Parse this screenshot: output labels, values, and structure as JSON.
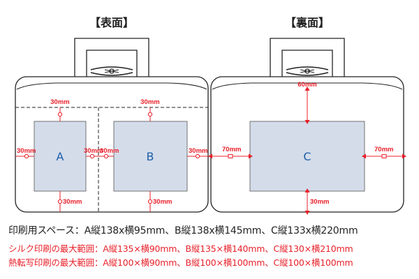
{
  "front": {
    "title": "【表面】",
    "area_a": {
      "label": "A",
      "top": "30mm",
      "left": "30mm",
      "right": "30mm",
      "bottom": "30mm"
    },
    "area_b": {
      "label": "B",
      "top": "30mm",
      "left": "30mm",
      "right": "30mm",
      "bottom": "30mm"
    }
  },
  "back": {
    "title": "【裏面】",
    "area_c": {
      "label": "C",
      "top": "60mm",
      "left": "70mm",
      "right": "70mm",
      "bottom": "30mm"
    }
  },
  "captions": {
    "print_space": "印刷用スペース：A縦138x横95mm、B縦138x横145mm、C縦133x横220mm",
    "silk_max": "シルク印刷の最大範囲：A縦135×横90mm、B縦135×横140mm、C縦130×横210mm",
    "heat_max": "熱転写印刷の最大範囲：A縦100×横90mm、B縦100×横100mm、C縦100×横100mm"
  },
  "colors": {
    "dimension_red": "#e8202a",
    "print_area_fill": "#d4dcea",
    "area_letter_blue": "#1f5fa8",
    "bag_outline": "#222222"
  }
}
